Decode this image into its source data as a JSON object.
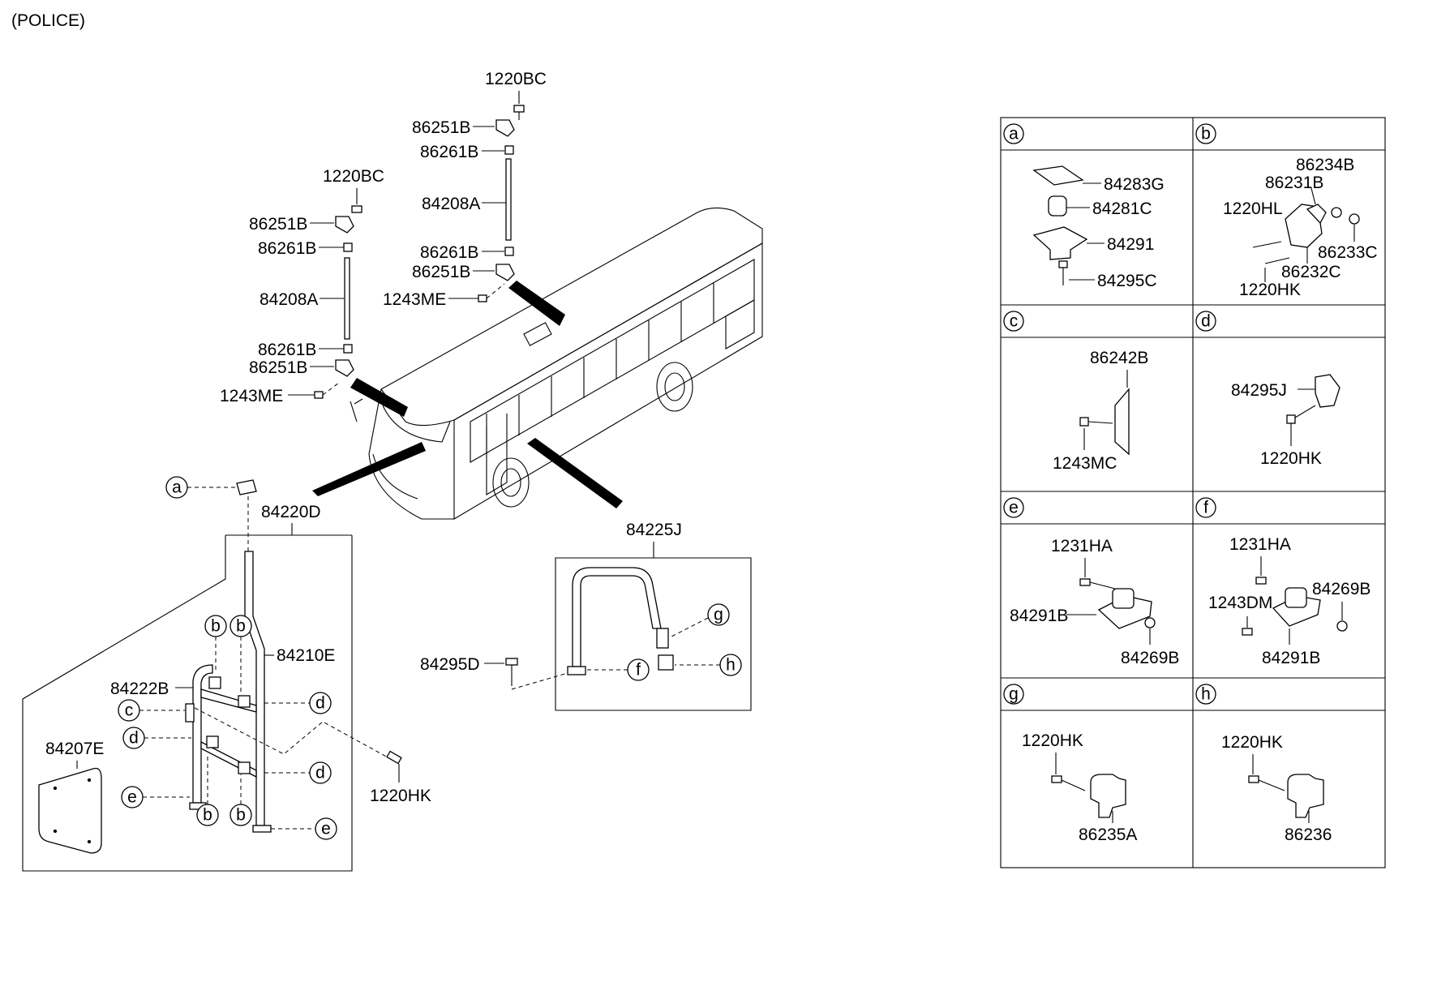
{
  "header": {
    "title": "(POLICE)"
  },
  "main_parts": {
    "p1220BC_a": "1220BC",
    "p86251B_a1": "86251B",
    "p86261B_a1": "86261B",
    "p84208A_a": "84208A",
    "p86261B_a2": "86261B",
    "p86251B_a2": "86251B",
    "p1243ME_a": "1243ME",
    "p1220BC_b": "1220BC",
    "p86251B_b1": "86251B",
    "p86261B_b1": "86261B",
    "p84208A_b": "84208A",
    "p86261B_b2": "86261B",
    "p86251B_b2": "86251B",
    "p1243ME_b": "1243ME",
    "p84220D": "84220D",
    "p84210E": "84210E",
    "p84222B": "84222B",
    "p84207E": "84207E",
    "p1220HK": "1220HK",
    "p84225J": "84225J",
    "p84295D": "84295D"
  },
  "callouts": {
    "a": "a",
    "b": "b",
    "c": "c",
    "d": "d",
    "e": "e",
    "f": "f",
    "g": "g",
    "h": "h"
  },
  "detail_table": {
    "cells": [
      {
        "letter": "a",
        "labels": [
          "84283G",
          "84281C",
          "84291",
          "84295C"
        ]
      },
      {
        "letter": "b",
        "labels": [
          "86234B",
          "86231B",
          "1220HL",
          "86233C",
          "86232C",
          "1220HK"
        ]
      },
      {
        "letter": "c",
        "labels": [
          "86242B",
          "1243MC"
        ]
      },
      {
        "letter": "d",
        "labels": [
          "84295J",
          "1220HK"
        ]
      },
      {
        "letter": "e",
        "labels": [
          "1231HA",
          "84291B",
          "84269B"
        ]
      },
      {
        "letter": "f",
        "labels": [
          "1231HA",
          "1243DM",
          "84269B",
          "84291B"
        ]
      },
      {
        "letter": "g",
        "labels": [
          "1220HK",
          "86235A"
        ]
      },
      {
        "letter": "h",
        "labels": [
          "1220HK",
          "86236"
        ]
      }
    ]
  }
}
